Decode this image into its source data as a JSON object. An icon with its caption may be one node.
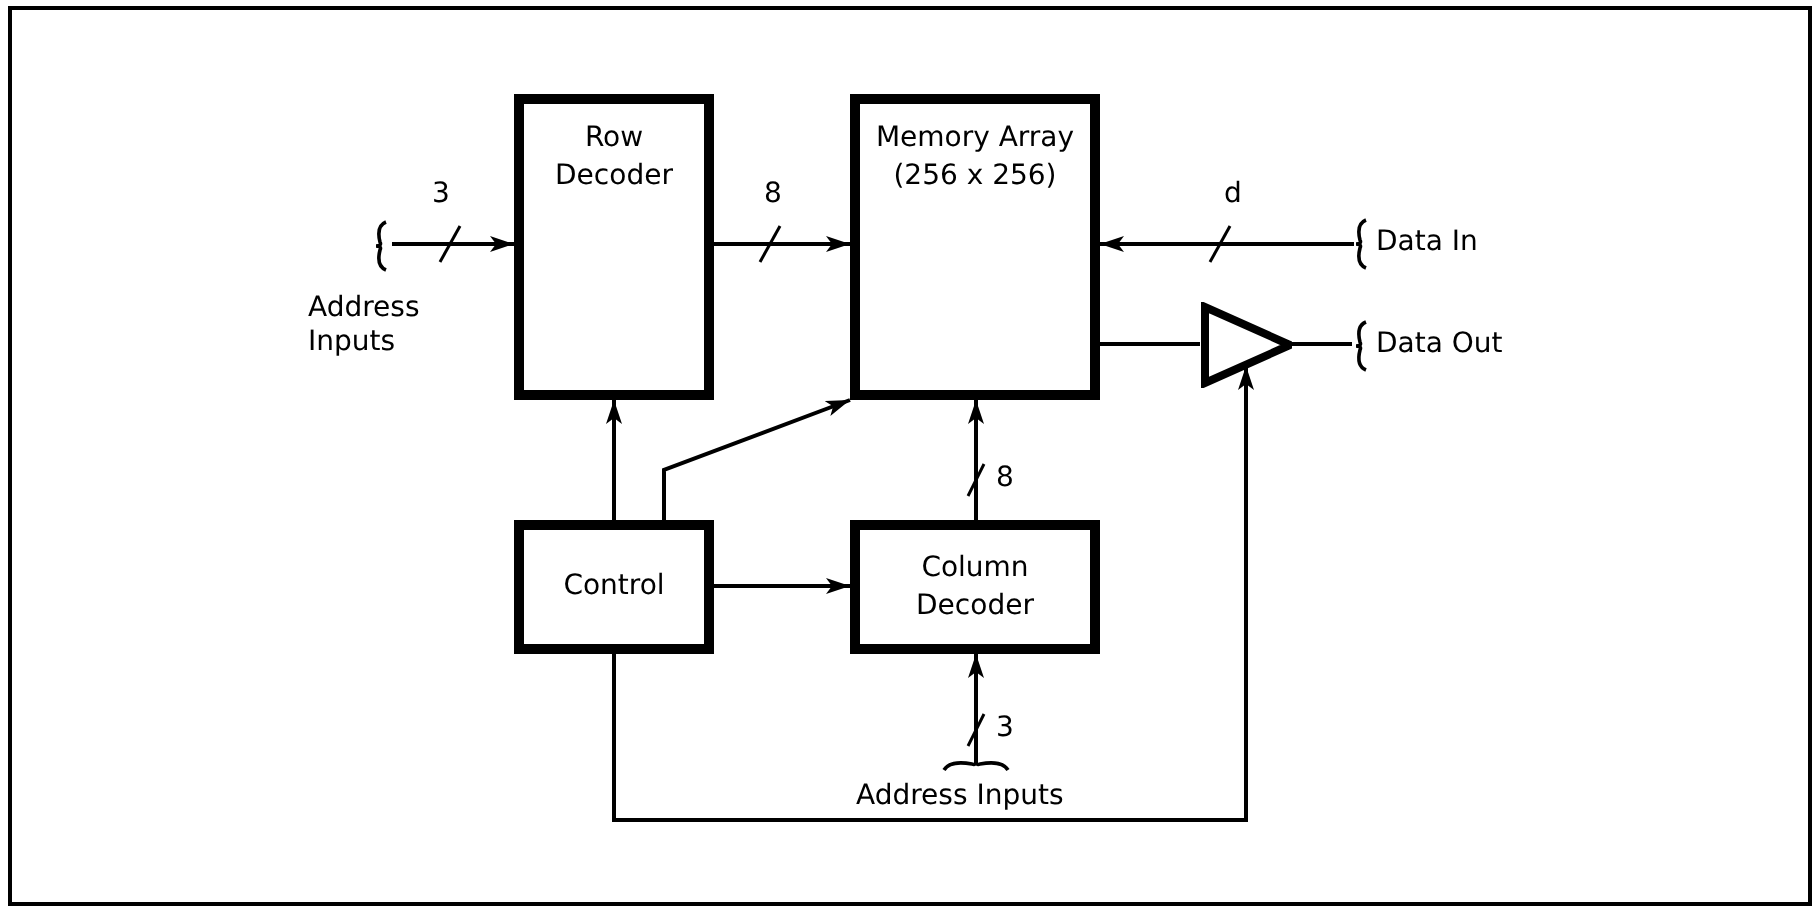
{
  "diagram": {
    "nodes": [
      {
        "text": [
          "Row Decoder"
        ]
      },
      {
        "text": [
          "Memory Array (256 x 256)"
        ]
      },
      {
        "text": [
          "Control"
        ]
      },
      {
        "text": [
          "Column Decoder"
        ]
      },
      {
        "text": [],
        "shape": "triangle"
      },
      {
        "text": [
          "Address Inputs"
        ]
      },
      {
        "text": [
          "Data In"
        ]
      },
      {
        "text": [
          "Data Out"
        ]
      },
      {
        "text": [
          "Address Inputs"
        ]
      }
    ],
    "edges": [
      {
        "from": 5,
        "to": 0,
        "arrow": "to",
        "label": "3"
      },
      {
        "from": 0,
        "to": 1,
        "arrow": "to",
        "label": "8"
      },
      {
        "from": 6,
        "to": 1,
        "arrow": "to",
        "label": "d"
      },
      {
        "from": 1,
        "to": 4,
        "arrow": "none"
      },
      {
        "from": 4,
        "to": 7,
        "arrow": "none"
      },
      {
        "from": 2,
        "to": 0,
        "arrow": "to"
      },
      {
        "from": 2,
        "to": 1,
        "arrow": "to"
      },
      {
        "from": 2,
        "to": 3,
        "arrow": "to"
      },
      {
        "from": 3,
        "to": 1,
        "arrow": "to",
        "label": "8"
      },
      {
        "from": 8,
        "to": 3,
        "arrow": "to",
        "label": "3"
      },
      {
        "from": 2,
        "to": 4,
        "arrow": "to"
      }
    ]
  }
}
